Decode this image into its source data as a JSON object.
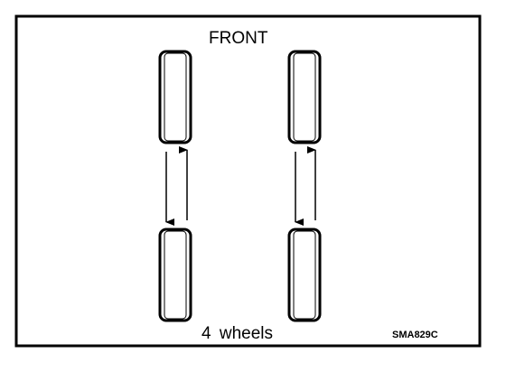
{
  "labels": {
    "front": "FRONT",
    "caption": "4  wheels",
    "figure_code": "SMA829C"
  },
  "colors": {
    "stroke": "#000000",
    "background": "#ffffff"
  }
}
